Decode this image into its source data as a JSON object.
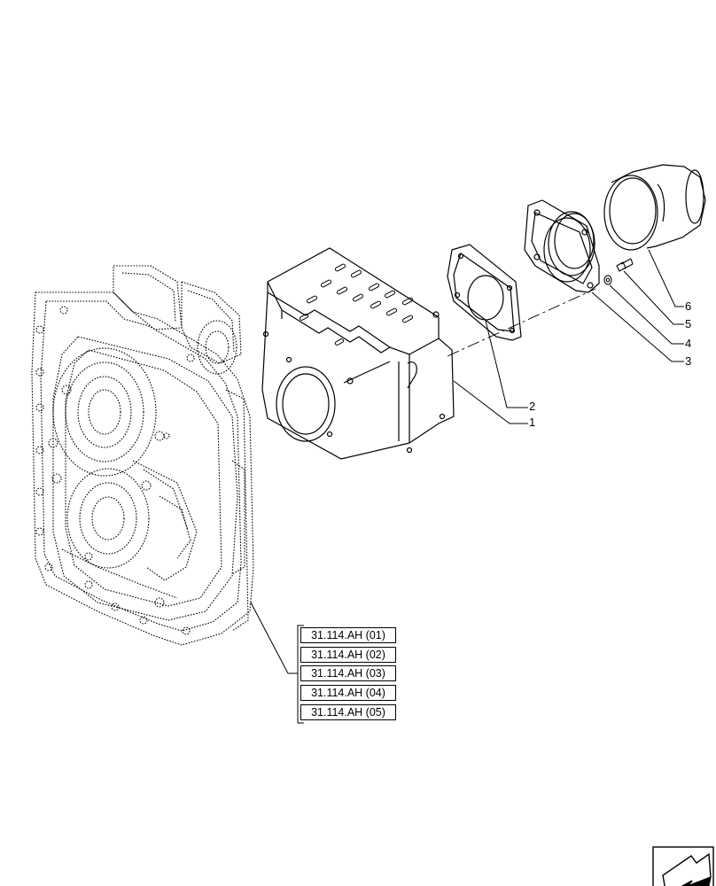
{
  "callouts": [
    {
      "id": "1",
      "text": "1"
    },
    {
      "id": "2",
      "text": "2"
    },
    {
      "id": "3",
      "text": "3"
    },
    {
      "id": "4",
      "text": "4"
    },
    {
      "id": "5",
      "text": "5"
    },
    {
      "id": "6",
      "text": "6"
    }
  ],
  "references": [
    "31.114.AH (01)",
    "31.114.AH (02)",
    "31.114.AH (03)",
    "31.114.AH (04)",
    "31.114.AH (05)"
  ],
  "navigation": {
    "icon": "next-page-arrow-icon"
  },
  "colors": {
    "line": "#000000",
    "background": "#ffffff"
  }
}
